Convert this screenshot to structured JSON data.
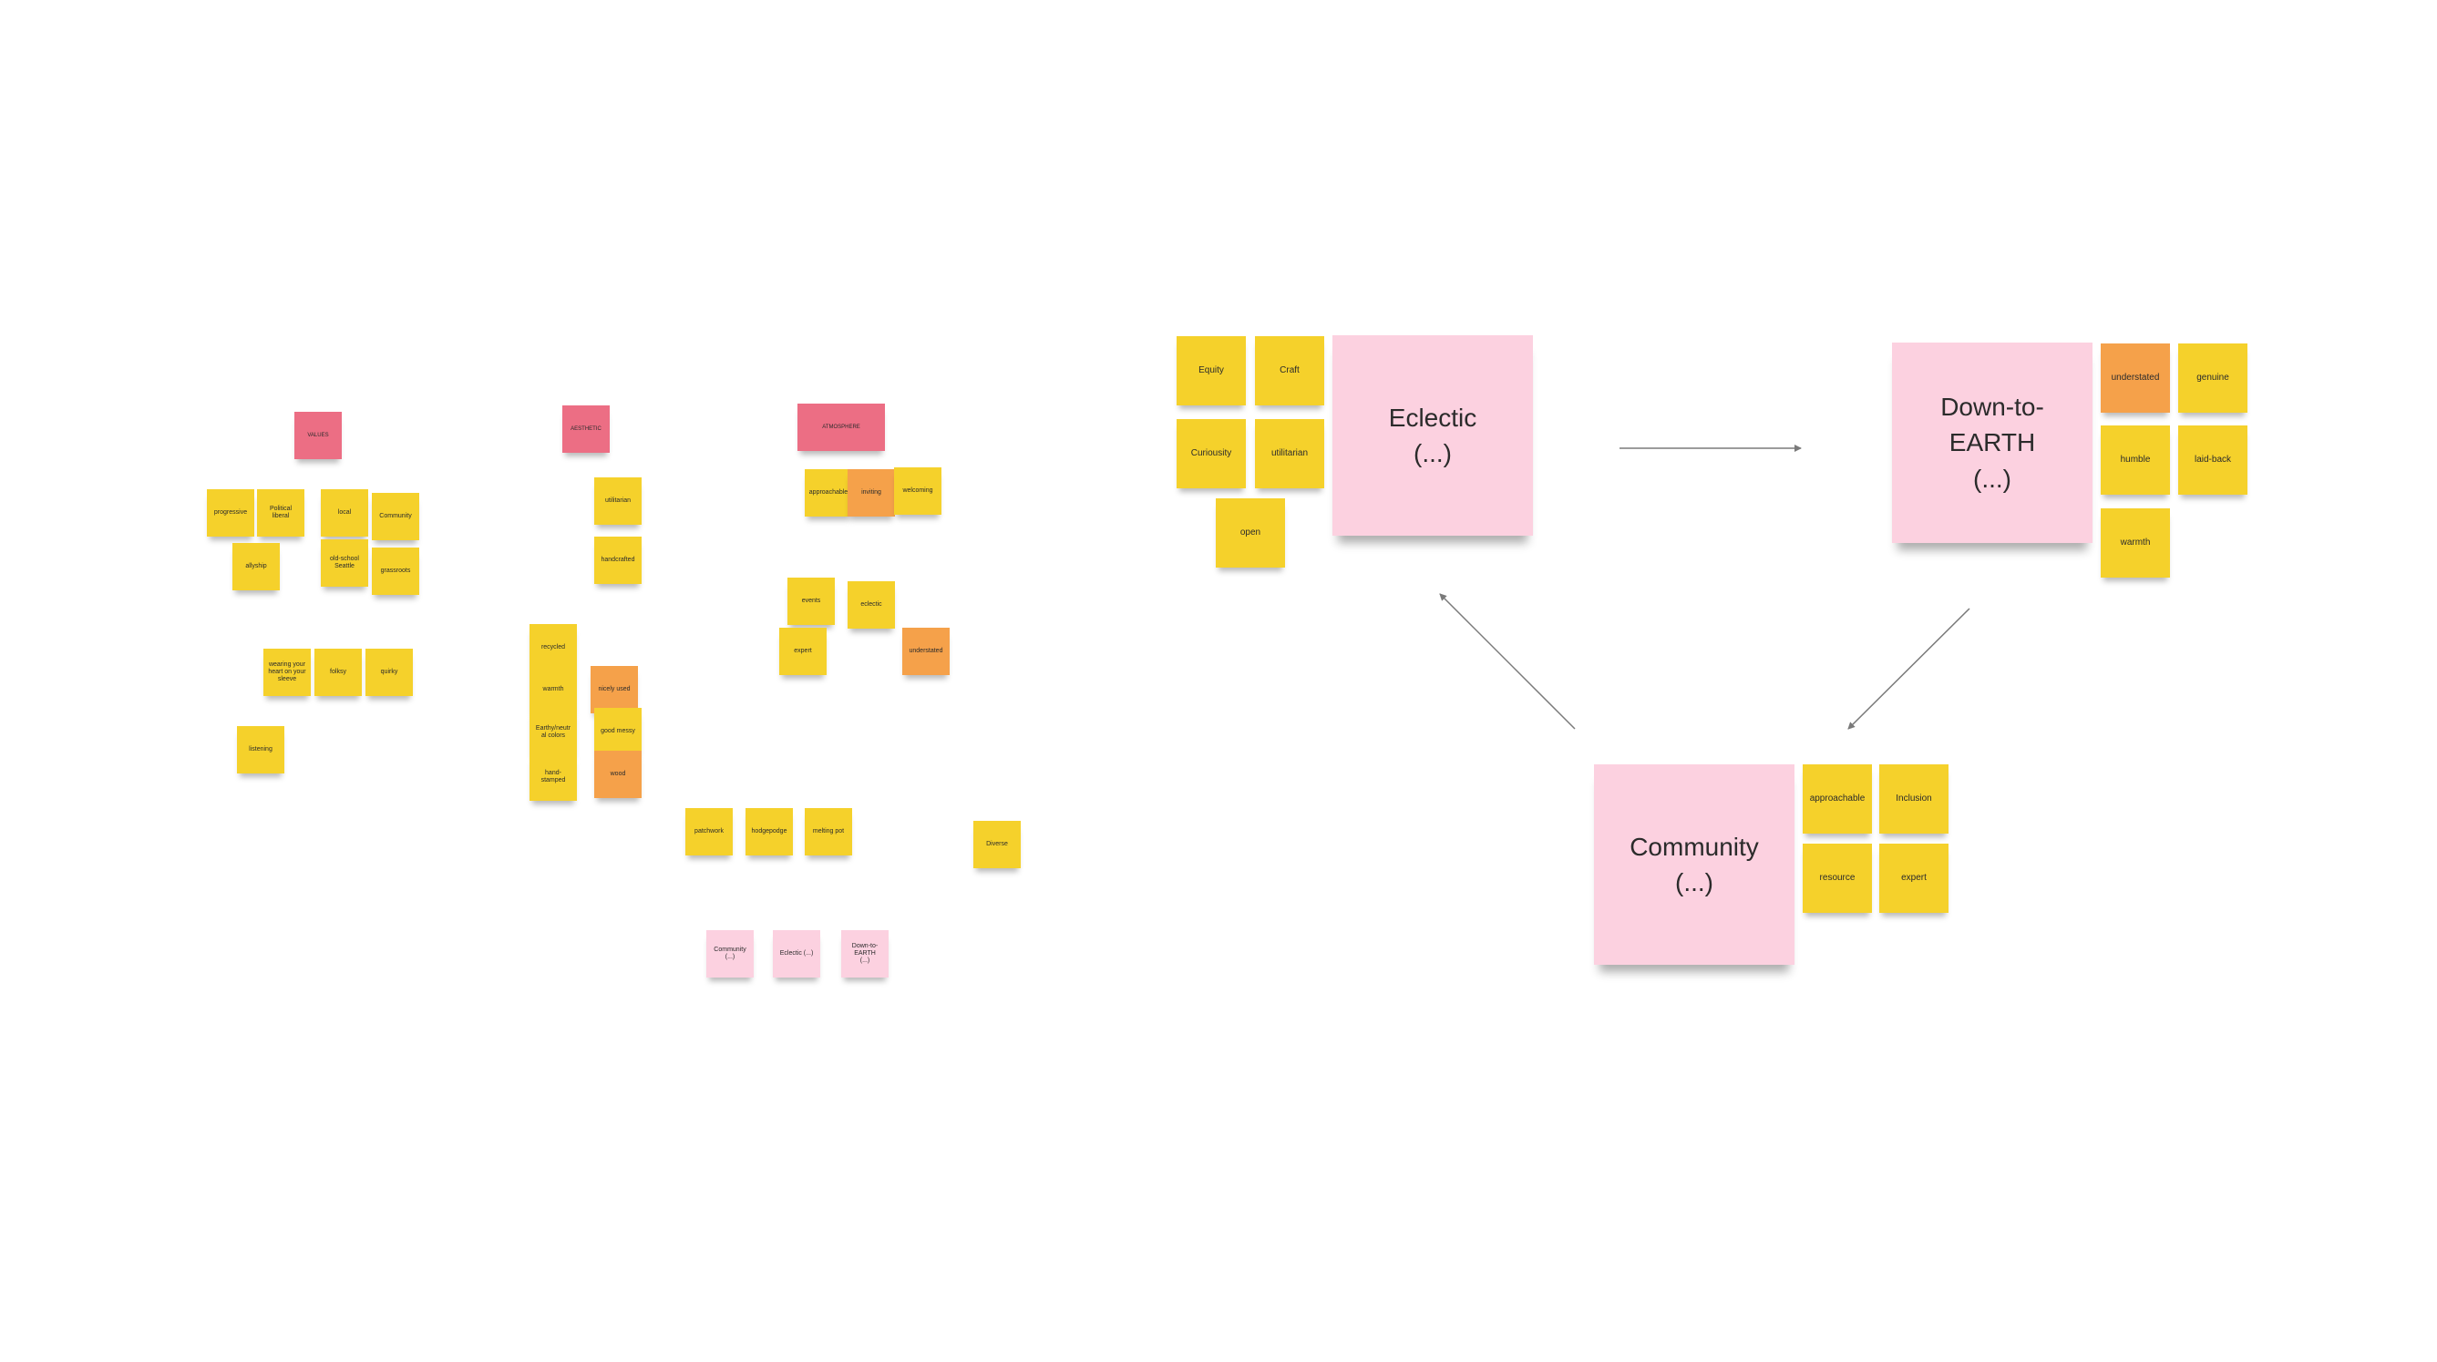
{
  "colors": {
    "yellow": "#f5d12b",
    "orange": "#f5a14a",
    "red": "#ec6e84",
    "pink": "#fcd1e0",
    "connector": "#7a7a7a"
  },
  "left_cluster": {
    "values_header": "VALUES",
    "aesthetic_header": "AESTHETIC",
    "atmosphere_header": "ATMOSPHERE",
    "values_notes": [
      "progressive",
      "Political\nliberal",
      "local",
      "Community",
      "allyship",
      "old-school\nSeattle",
      "grassroots",
      "wearing your\nheart on your\nsleeve",
      "folksy",
      "quirky",
      "listening"
    ],
    "aesthetic_notes": [
      "utilitarian",
      "handcrafted",
      "recycled",
      "warmth",
      "nicely used",
      "Earthy/neutr\nal colors",
      "good messy",
      "hand-\nstamped",
      "wood"
    ],
    "atmosphere_notes": [
      "approachable",
      "inviting",
      "welcoming",
      "events",
      "eclectic",
      "expert",
      "understated"
    ],
    "misc_notes": [
      "patchwork",
      "hodgepodge",
      "melting pot",
      "Diverse"
    ],
    "summary_notes": [
      "Community\n(...)",
      "Eclectic (...)",
      "Down-to-\nEARTH\n(...)"
    ]
  },
  "themes": {
    "eclectic": {
      "title": "Eclectic\n(...)",
      "notes": [
        "Equity",
        "Craft",
        "Curiousity",
        "utilitarian",
        "open"
      ]
    },
    "down_to_earth": {
      "title": "Down-to-\nEARTH\n(...)",
      "notes": [
        "understated",
        "genuine",
        "humble",
        "laid-back",
        "warmth"
      ]
    },
    "community": {
      "title": "Community\n(...)",
      "notes": [
        "approachable",
        "Inclusion",
        "resource",
        "expert"
      ]
    }
  }
}
